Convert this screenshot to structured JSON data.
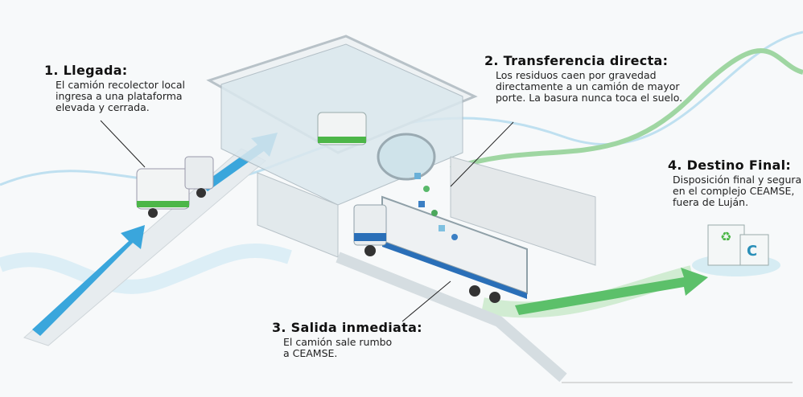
{
  "steps": [
    {
      "title": "1. Llegada:",
      "text": "El camión recolector local ingresa a una plataforma elevada y cerrada."
    },
    {
      "title": "2. Transferencia directa:",
      "text": "Los residuos caen por gravedad directamente a un camión de mayor porte. La basura nunca toca el suelo."
    },
    {
      "title": "3. Salida inmediata:",
      "text": "El camión sale rumbo a CEAMSE."
    },
    {
      "title": "4. Destino Final:",
      "text": "Disposición final y segura en el complejo CEAMSE, fuera de Luján."
    }
  ],
  "colors": {
    "blue_arrow": "#3aa6dc",
    "green_arrow": "#5cc06a",
    "truck_green": "#4cb648",
    "truck_blue": "#2a6fb8"
  },
  "icons": [
    "recycle-icon",
    "ceamse-logo-icon"
  ]
}
